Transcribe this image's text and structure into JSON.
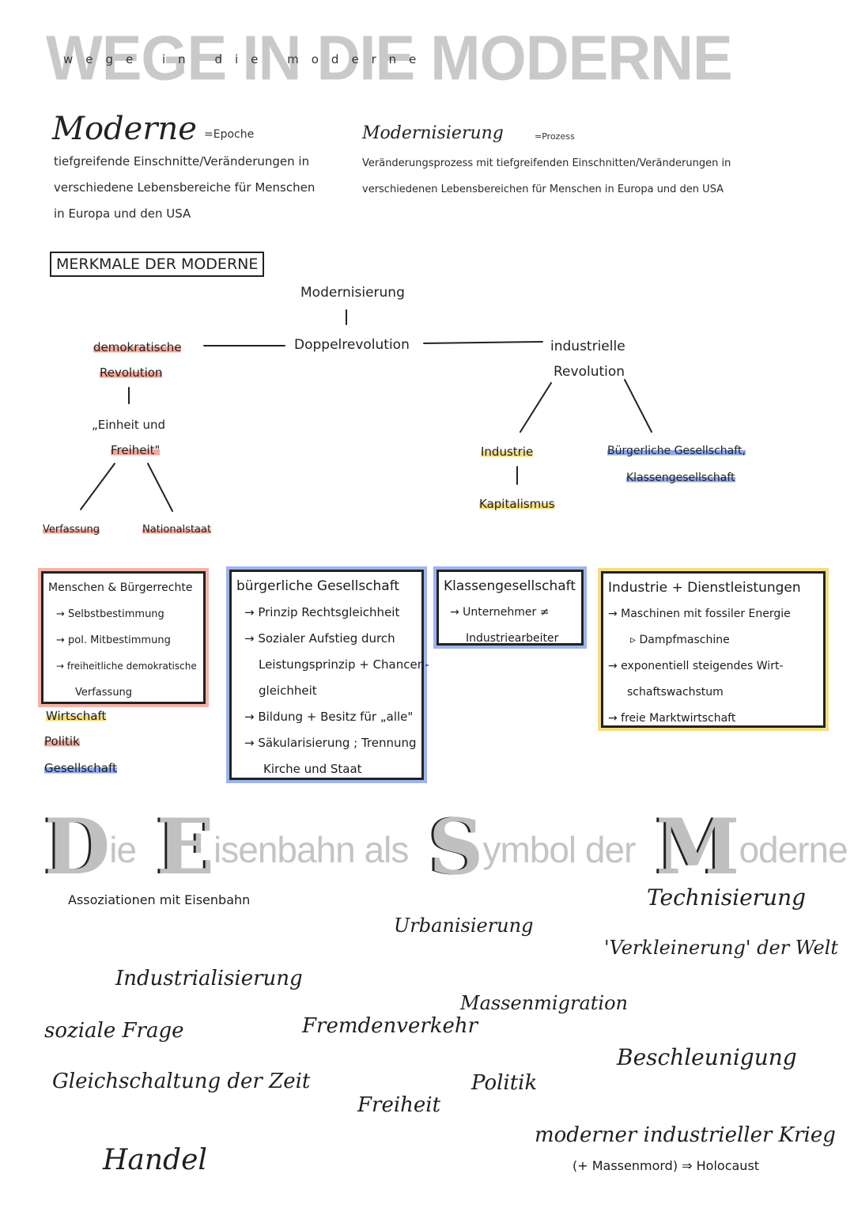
{
  "title": "WEGE IN DIE MODERNE",
  "title_sub": "wege in die moderne",
  "definitions": {
    "moderne": {
      "heading": "Moderne",
      "note": "=Epoche",
      "text": "tiefgreifende Einschnitte/Veränderungen in verschiedene Lebensbereiche für Menschen in Europa und den USA"
    },
    "modernisierung": {
      "heading": "Modernisierung",
      "note": "=Prozess",
      "text": "Veränderungsprozess mit tiefgreifenden Einschnitten/Veränderungen in verschiedenen Lebensbereichen für Menschen in Europa und den USA"
    }
  },
  "merkmale_label": "MERKMALE DER MODERNE",
  "tree": {
    "modernisierung": "Modernisierung",
    "doppelrevolution": "Doppelrevolution",
    "demokratische_1": "demokratische",
    "demokratische_2": "Revolution",
    "einheit_1": "„Einheit und",
    "einheit_2": "Freiheit\"",
    "verfassung": "Verfassung",
    "nationalstaat": "Nationalstaat",
    "industrielle_1": "industrielle",
    "industrielle_2": "Revolution",
    "industrie": "Industrie",
    "kapitalismus": "Kapitalismus",
    "buergerliche_1": "Bürgerliche Gesellschaft,",
    "buergerliche_2": "Klassengesellschaft"
  },
  "boxes": {
    "rechte": {
      "title": "Menschen & Bürgerrechte",
      "items": [
        "→ Selbstbestimmung",
        "→ pol. Mitbestimmung",
        "→ freiheitliche demokratische",
        "Verfassung"
      ]
    },
    "gesellschaft": {
      "title": "bürgerliche Gesellschaft",
      "items": [
        "→ Prinzip Rechtsgleichheit",
        "→ Sozialer Aufstieg durch",
        "Leistungsprinzip + Chancen-",
        "gleichheit",
        "→ Bildung + Besitz für „alle\"",
        "→ Säkularisierung ; Trennung",
        "Kirche und Staat"
      ]
    },
    "klassen": {
      "title": "Klassengesellschaft",
      "items": [
        "→ Unternehmer ≠",
        "Industriearbeiter"
      ]
    },
    "industrie": {
      "title": "Industrie + Dienstleistungen",
      "items": [
        "→ Maschinen mit fossiler Energie",
        "▹ Dampfmaschine",
        "→ exponentiell steigendes Wirt-",
        "schaftswachstum",
        "→ freie Marktwirtschaft"
      ]
    }
  },
  "legend": [
    "Wirtschaft",
    "Politik",
    "Gesellschaft"
  ],
  "colors": {
    "wirtschaft": "#f6df7c",
    "politik": "#f2a99b",
    "gesellschaft": "#8fa8e8"
  },
  "eisenbahn": {
    "cap_d": "D",
    "rest_1": "ie",
    "cap_e": "E",
    "rest_2": "isenbahn als",
    "cap_s": "S",
    "rest_3": "ymbol der",
    "cap_m": "M",
    "rest_4": "oderne"
  },
  "associations": {
    "heading": "Assoziationen mit Eisenbahn",
    "urbanisierung": "Urbanisierung",
    "technisierung": "Technisierung",
    "verkleinerung": "'Verkleinerung' der Welt",
    "industrialisierung": "Industrialisierung",
    "soziale_frage": "soziale Frage",
    "fremdenverkehr": "Fremdenverkehr",
    "massenmigration": "Massenmigration",
    "beschleunigung": "Beschleunigung",
    "gleichschaltung": "Gleichschaltung der Zeit",
    "politik": "Politik",
    "freiheit": "Freiheit",
    "krieg": "moderner industrieller Krieg",
    "krieg_note": "(+ Massenmord) ⇒ Holocaust",
    "handel": "Handel"
  }
}
